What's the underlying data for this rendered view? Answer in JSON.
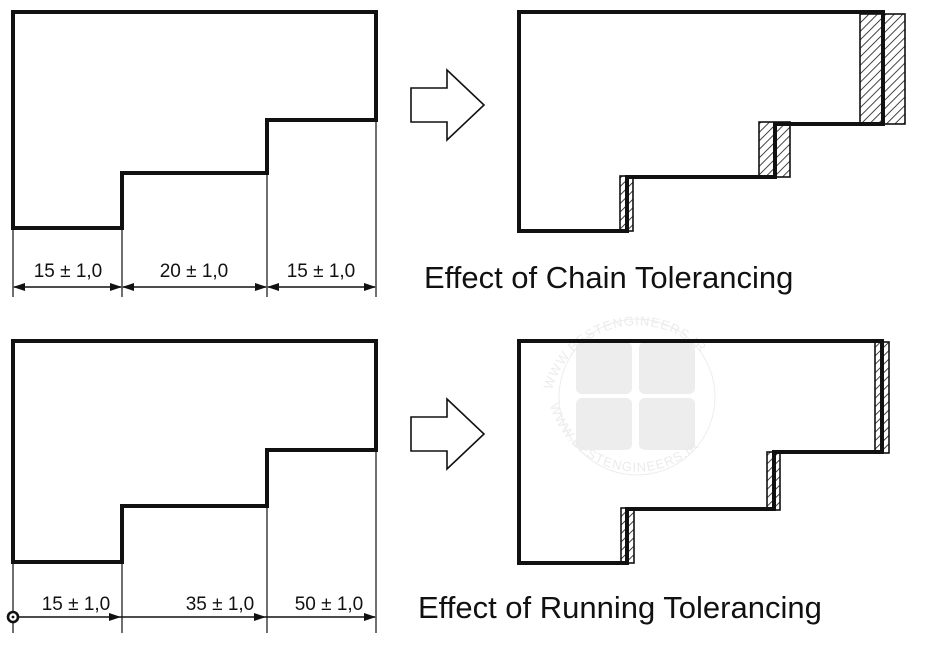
{
  "chain": {
    "caption": "Effect of Chain Tolerancing",
    "dims": [
      "15 ± 1,0",
      "20 ± 1,0",
      "15 ± 1,0"
    ]
  },
  "running": {
    "caption": "Effect of Running Tolerancing",
    "dims": [
      "15 ± 1,0",
      "35 ± 1,0",
      "50 ± 1,0"
    ]
  },
  "watermark": {
    "top": "WWW.BESTENGINEERS.IR",
    "bottom": "WWW.BESTENGINEERS.IR"
  },
  "icons": [
    "right-arrow-icon",
    "datum-origin-icon"
  ],
  "colors": {
    "line": "#111111",
    "background": "#ffffff",
    "watermark": "#7a7a7a"
  }
}
